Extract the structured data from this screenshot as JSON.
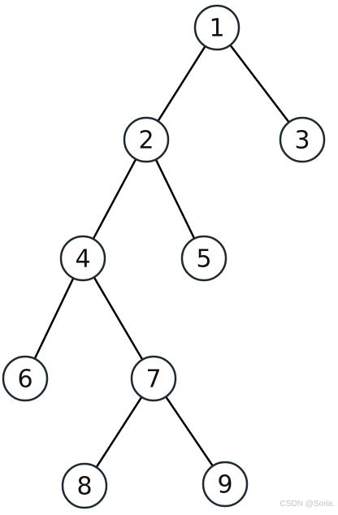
{
  "tree": {
    "nodes": [
      {
        "id": "1",
        "label": "1"
      },
      {
        "id": "2",
        "label": "2"
      },
      {
        "id": "3",
        "label": "3"
      },
      {
        "id": "4",
        "label": "4"
      },
      {
        "id": "5",
        "label": "5"
      },
      {
        "id": "6",
        "label": "6"
      },
      {
        "id": "7",
        "label": "7"
      },
      {
        "id": "8",
        "label": "8"
      },
      {
        "id": "9",
        "label": "9"
      }
    ],
    "edges": [
      {
        "from": "1",
        "to": "2"
      },
      {
        "from": "1",
        "to": "3"
      },
      {
        "from": "2",
        "to": "4"
      },
      {
        "from": "2",
        "to": "5"
      },
      {
        "from": "4",
        "to": "6"
      },
      {
        "from": "4",
        "to": "7"
      },
      {
        "from": "7",
        "to": "8"
      },
      {
        "from": "7",
        "to": "9"
      }
    ]
  },
  "watermark": {
    "text": "CSDN @Soria."
  }
}
